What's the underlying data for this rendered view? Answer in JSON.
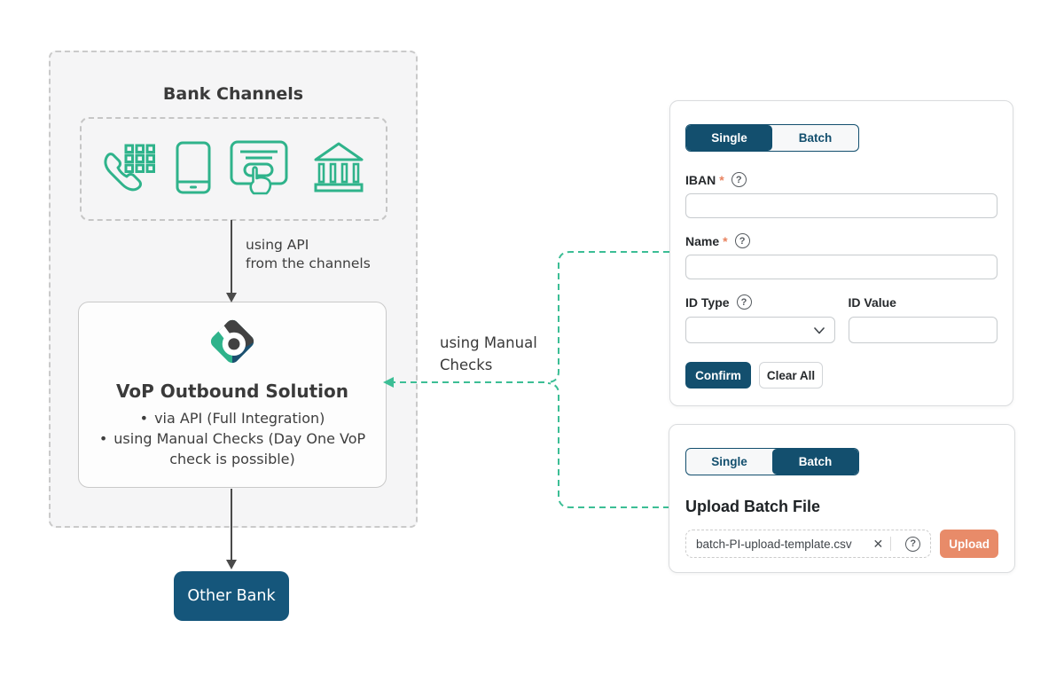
{
  "diagram": {
    "bank_channels_title": "Bank Channels",
    "channel_icons": [
      "phone-keypad",
      "mobile-phone",
      "card-terminal",
      "bank-building"
    ],
    "api_label_line1": "using API",
    "api_label_line2": "from the channels",
    "vop_title": "VoP Outbound Solution",
    "bullet_glyph": "•",
    "vop_bullets": [
      "via API (Full Integration)",
      "using Manual Checks (Day One VoP check is possible)"
    ],
    "other_bank_label": "Other Bank",
    "manual_checks_line1": "using Manual",
    "manual_checks_line2": "Checks"
  },
  "single_form": {
    "tabs": [
      {
        "label": "Single"
      },
      {
        "label": "Batch"
      }
    ],
    "active_tab": "Single",
    "iban_label": "IBAN",
    "name_label": "Name",
    "id_type_label": "ID Type",
    "id_value_label": "ID Value",
    "required_marker": "*",
    "iban_value": "",
    "name_value": "",
    "id_value_value": "",
    "confirm_label": "Confirm",
    "clear_all_label": "Clear All"
  },
  "batch_form": {
    "tabs": [
      {
        "label": "Single"
      },
      {
        "label": "Batch"
      }
    ],
    "active_tab": "Batch",
    "title": "Upload Batch File",
    "file_name": "batch-PI-upload-template.csv",
    "upload_label": "Upload"
  },
  "icons": {
    "help": "?",
    "clear": "✕"
  },
  "colors": {
    "navy": "#134F6E",
    "icon_teal": "#2FB38B",
    "connector_teal": "#3CBE95",
    "orange": "#E88B69",
    "required_marker": "#E8825F",
    "other_bank": "#15567B"
  }
}
